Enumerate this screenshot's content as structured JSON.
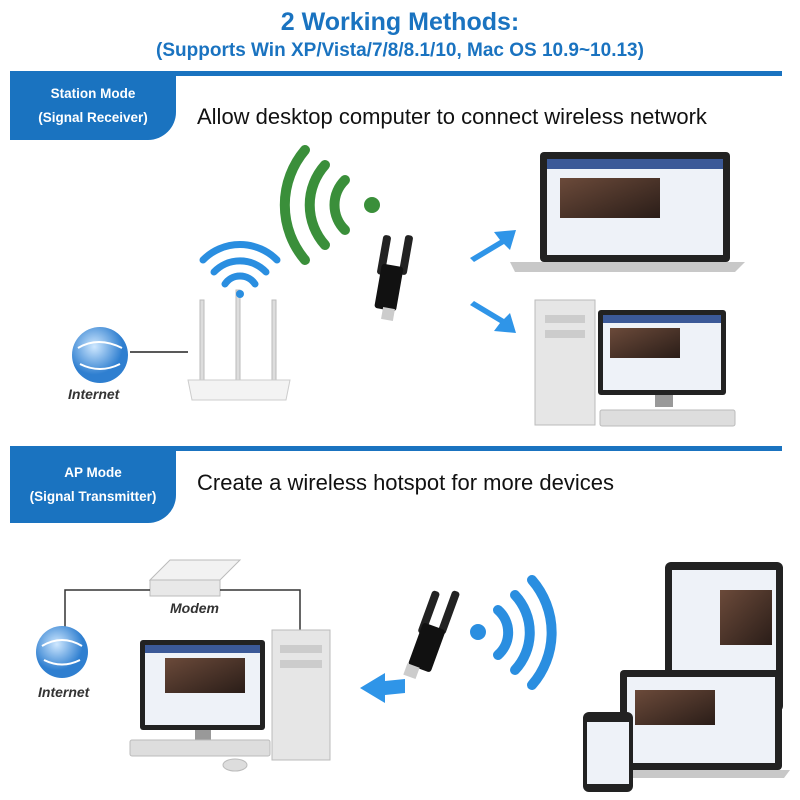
{
  "header": {
    "title": "2 Working Methods:",
    "subtitle": "(Supports Win XP/Vista/7/8/8.1/10, Mac OS 10.9~10.13)"
  },
  "colors": {
    "accent": "#1a73c0",
    "signal_green": "#3a8f3a",
    "signal_blue": "#2a8ee0",
    "arrow": "#2f95e8"
  },
  "sections": [
    {
      "mode": "Station Mode",
      "role": "(Signal Receiver)",
      "description": "Allow desktop computer to connect wireless network",
      "labels": {
        "internet": "Internet"
      },
      "icons": [
        "globe-icon",
        "router-icon",
        "wifi-icon",
        "usb-wifi-adapter-icon",
        "laptop-icon",
        "desktop-computer-icon",
        "arrow-icon"
      ]
    },
    {
      "mode": "AP Mode",
      "role": "(Signal Transmitter)",
      "description": "Create a wireless hotspot for more devices",
      "labels": {
        "internet": "Internet",
        "modem": "Modem"
      },
      "icons": [
        "globe-icon",
        "modem-icon",
        "desktop-computer-icon",
        "usb-wifi-adapter-icon",
        "wifi-icon",
        "laptop-icon",
        "tablet-icon",
        "phone-icon",
        "arrow-icon"
      ]
    }
  ]
}
